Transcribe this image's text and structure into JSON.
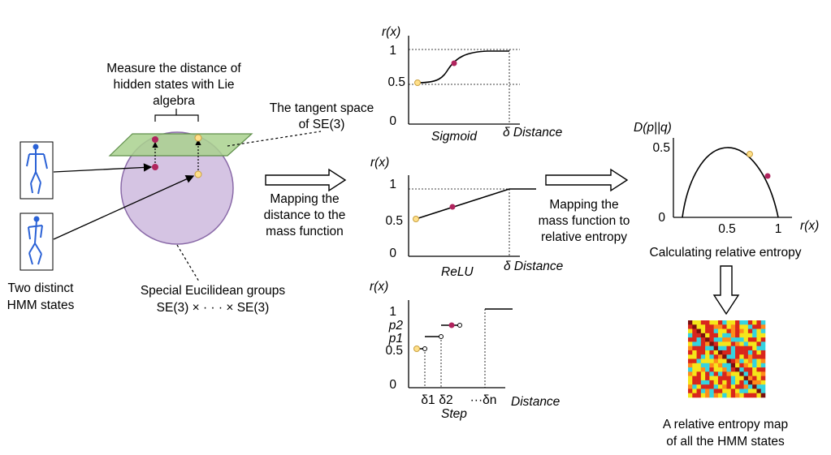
{
  "left": {
    "measure_caption": [
      "Measure the distance of",
      "hidden states with Lie",
      "algebra"
    ],
    "tangent_caption": [
      "The tangent space",
      "of SE(3)"
    ],
    "states_caption": [
      "Two distinct",
      "HMM states"
    ],
    "groups_caption": [
      "Special Eucilidean groups",
      "SE(3) × · · · × SE(3)"
    ]
  },
  "arrow_caption_1": [
    "Mapping the",
    "distance to the",
    "mass function"
  ],
  "arrow_caption_2": [
    "Mapping the",
    "mass function to",
    "relative entropy"
  ],
  "sigmoid": {
    "ylabel": "r(x)",
    "ticks": [
      "1",
      "0.5",
      "0"
    ],
    "name": "Sigmoid",
    "xlabel": "δ Distance"
  },
  "relu": {
    "ylabel": "r(x)",
    "ticks": [
      "1",
      "0.5",
      "0"
    ],
    "name": "ReLU",
    "xlabel": "δ Distance"
  },
  "step": {
    "ylabel": "r(x)",
    "ticks": [
      "1",
      "p2",
      "p1",
      "0.5",
      "0"
    ],
    "xticks": [
      "δ1",
      "δ2",
      "···δn"
    ],
    "name": "Step",
    "xlabel": "Distance"
  },
  "entropy": {
    "ylabel": "D(p||q)",
    "yticks": [
      "0.5",
      "0"
    ],
    "xticks": [
      "0.5",
      "1"
    ],
    "xlabel": "r(x)",
    "caption": "Calculating relative entropy"
  },
  "map_caption": [
    "A relative entropy map",
    "of all the HMM states"
  ],
  "colors": {
    "plane": "#a9d18e",
    "sphere": "#d5c4e3",
    "dot_magenta": "#b0245e",
    "dot_yellow": "#ffe08a",
    "skeleton": "#2b62d6"
  }
}
